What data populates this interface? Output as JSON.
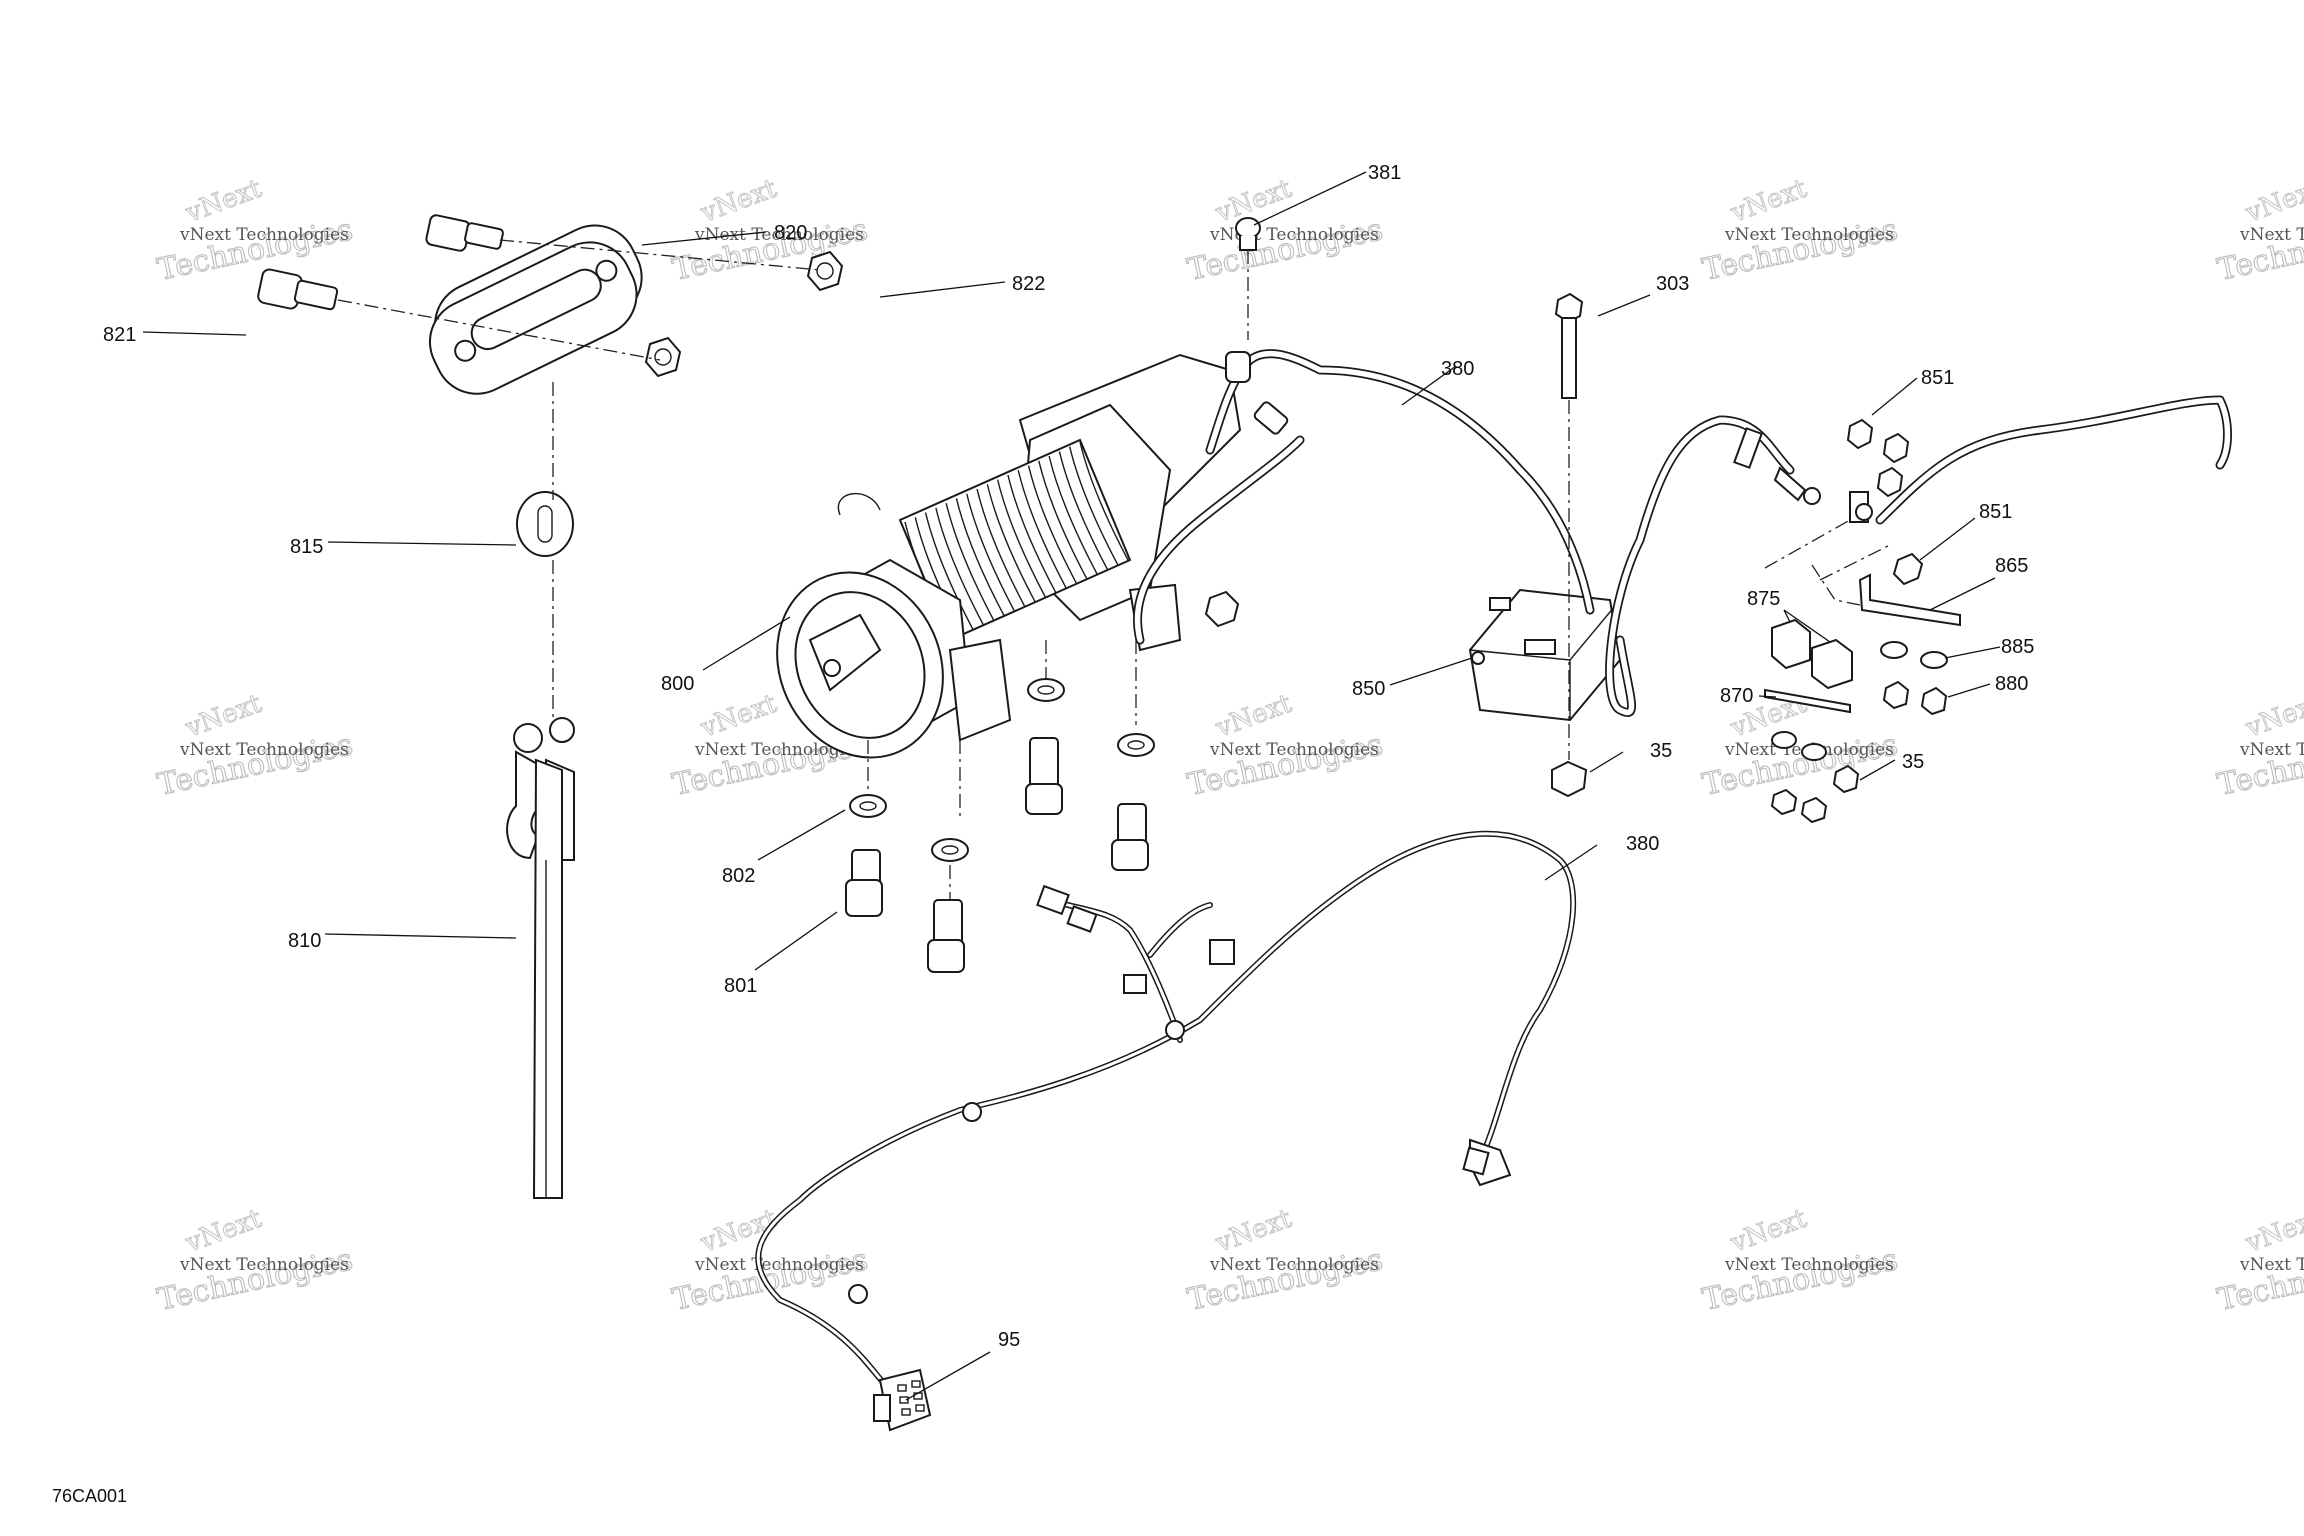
{
  "drawing_number": "76CA001",
  "watermark": {
    "line1": "vNext Technologies",
    "line2": "Technologies",
    "line3": "vNext"
  },
  "callouts": [
    {
      "id": "c381",
      "text": "381"
    },
    {
      "id": "c820",
      "text": "820"
    },
    {
      "id": "c822",
      "text": "822"
    },
    {
      "id": "c821",
      "text": "821"
    },
    {
      "id": "c303",
      "text": "303"
    },
    {
      "id": "c380a",
      "text": "380"
    },
    {
      "id": "c851a",
      "text": "851"
    },
    {
      "id": "c851b",
      "text": "851"
    },
    {
      "id": "c865",
      "text": "865"
    },
    {
      "id": "c815",
      "text": "815"
    },
    {
      "id": "c875",
      "text": "875"
    },
    {
      "id": "c885",
      "text": "885"
    },
    {
      "id": "c850",
      "text": "850"
    },
    {
      "id": "c870",
      "text": "870"
    },
    {
      "id": "c880",
      "text": "880"
    },
    {
      "id": "c800",
      "text": "800"
    },
    {
      "id": "c35a",
      "text": "35"
    },
    {
      "id": "c35b",
      "text": "35"
    },
    {
      "id": "c380b",
      "text": "380"
    },
    {
      "id": "c802",
      "text": "802"
    },
    {
      "id": "c810",
      "text": "810"
    },
    {
      "id": "c801",
      "text": "801"
    },
    {
      "id": "c95",
      "text": "95"
    }
  ]
}
